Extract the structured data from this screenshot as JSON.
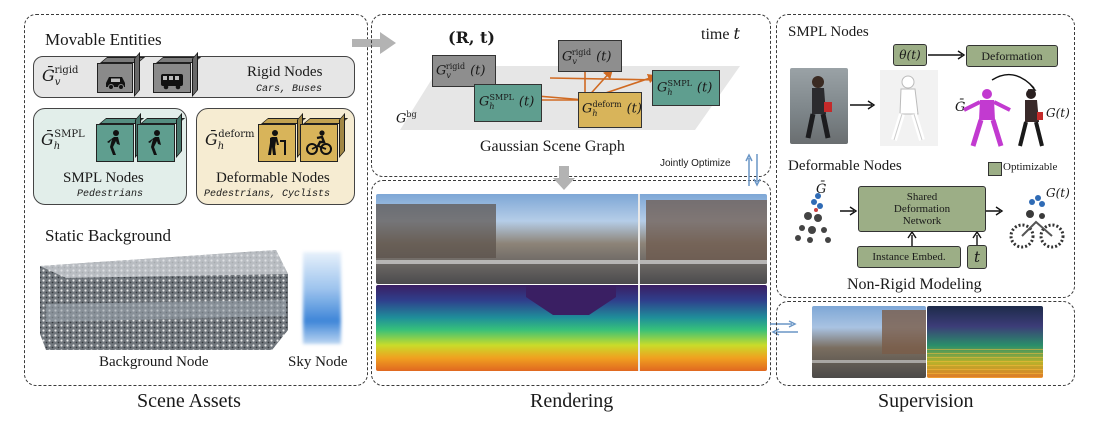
{
  "scene_assets": {
    "title": "Scene Assets",
    "movable_entities": {
      "title": "Movable Entities",
      "rigid": {
        "symbol": "Ḡ",
        "sub": "v",
        "sup": "rigid",
        "label": "Rigid Nodes",
        "examples": "Cars, Buses"
      },
      "smpl": {
        "symbol": "Ḡ",
        "sub": "h",
        "sup": "SMPL",
        "label": "SMPL Nodes",
        "examples": "Pedestrians"
      },
      "deformable": {
        "symbol": "Ḡ",
        "sub": "h",
        "sup": "deform",
        "label": "Deformable Nodes",
        "examples": "Pedestrians, Cyclists"
      }
    },
    "static_background": {
      "title": "Static Background",
      "background_label": "Background Node",
      "sky_label": "Sky Node"
    }
  },
  "rendering": {
    "title": "Rendering",
    "pose": "(R, t)",
    "time_label": "time",
    "time_symbol": "t",
    "graph_title": "Gaussian Scene Graph",
    "bg_symbol": "G",
    "bg_sup": "bg",
    "nodes": [
      {
        "sub": "v",
        "sup": "rigid",
        "arg": "(t)"
      },
      {
        "sub": "v",
        "sup": "rigid",
        "arg": "(t)"
      },
      {
        "sub": "h",
        "sup": "SMPL",
        "arg": "(t)"
      },
      {
        "sub": "h",
        "sup": "deform",
        "arg": "(t)"
      },
      {
        "sub": "h",
        "sup": "SMPL",
        "arg": "(t)"
      }
    ],
    "jointly_optimize": "Jointly Optimize"
  },
  "supervision": {
    "title": "Supervision",
    "smpl_nodes": {
      "title": "SMPL Nodes",
      "theta": "θ(t)",
      "deformation": "Deformation",
      "g_bar": "Ḡ",
      "g_t": "G(t)"
    },
    "deformable_nodes": {
      "title": "Deformable Nodes",
      "optimizable": "Optimizable",
      "g_bar": "Ḡ",
      "g_t": "G(t)",
      "network": "Shared Deformation Network",
      "instance": "Instance Embed.",
      "t": "t"
    },
    "non_rigid": "Non-Rigid Modeling"
  },
  "colors": {
    "rigid_cube": "#8a8a8a",
    "smpl_cube": "#5f9e8f",
    "deform_cube": "#d8b45a",
    "optimizable": "#9cae86",
    "arrow_gray": "#b3b3b3",
    "arrow_blue": "#6a96c6",
    "edge_orange": "#d06a22"
  }
}
